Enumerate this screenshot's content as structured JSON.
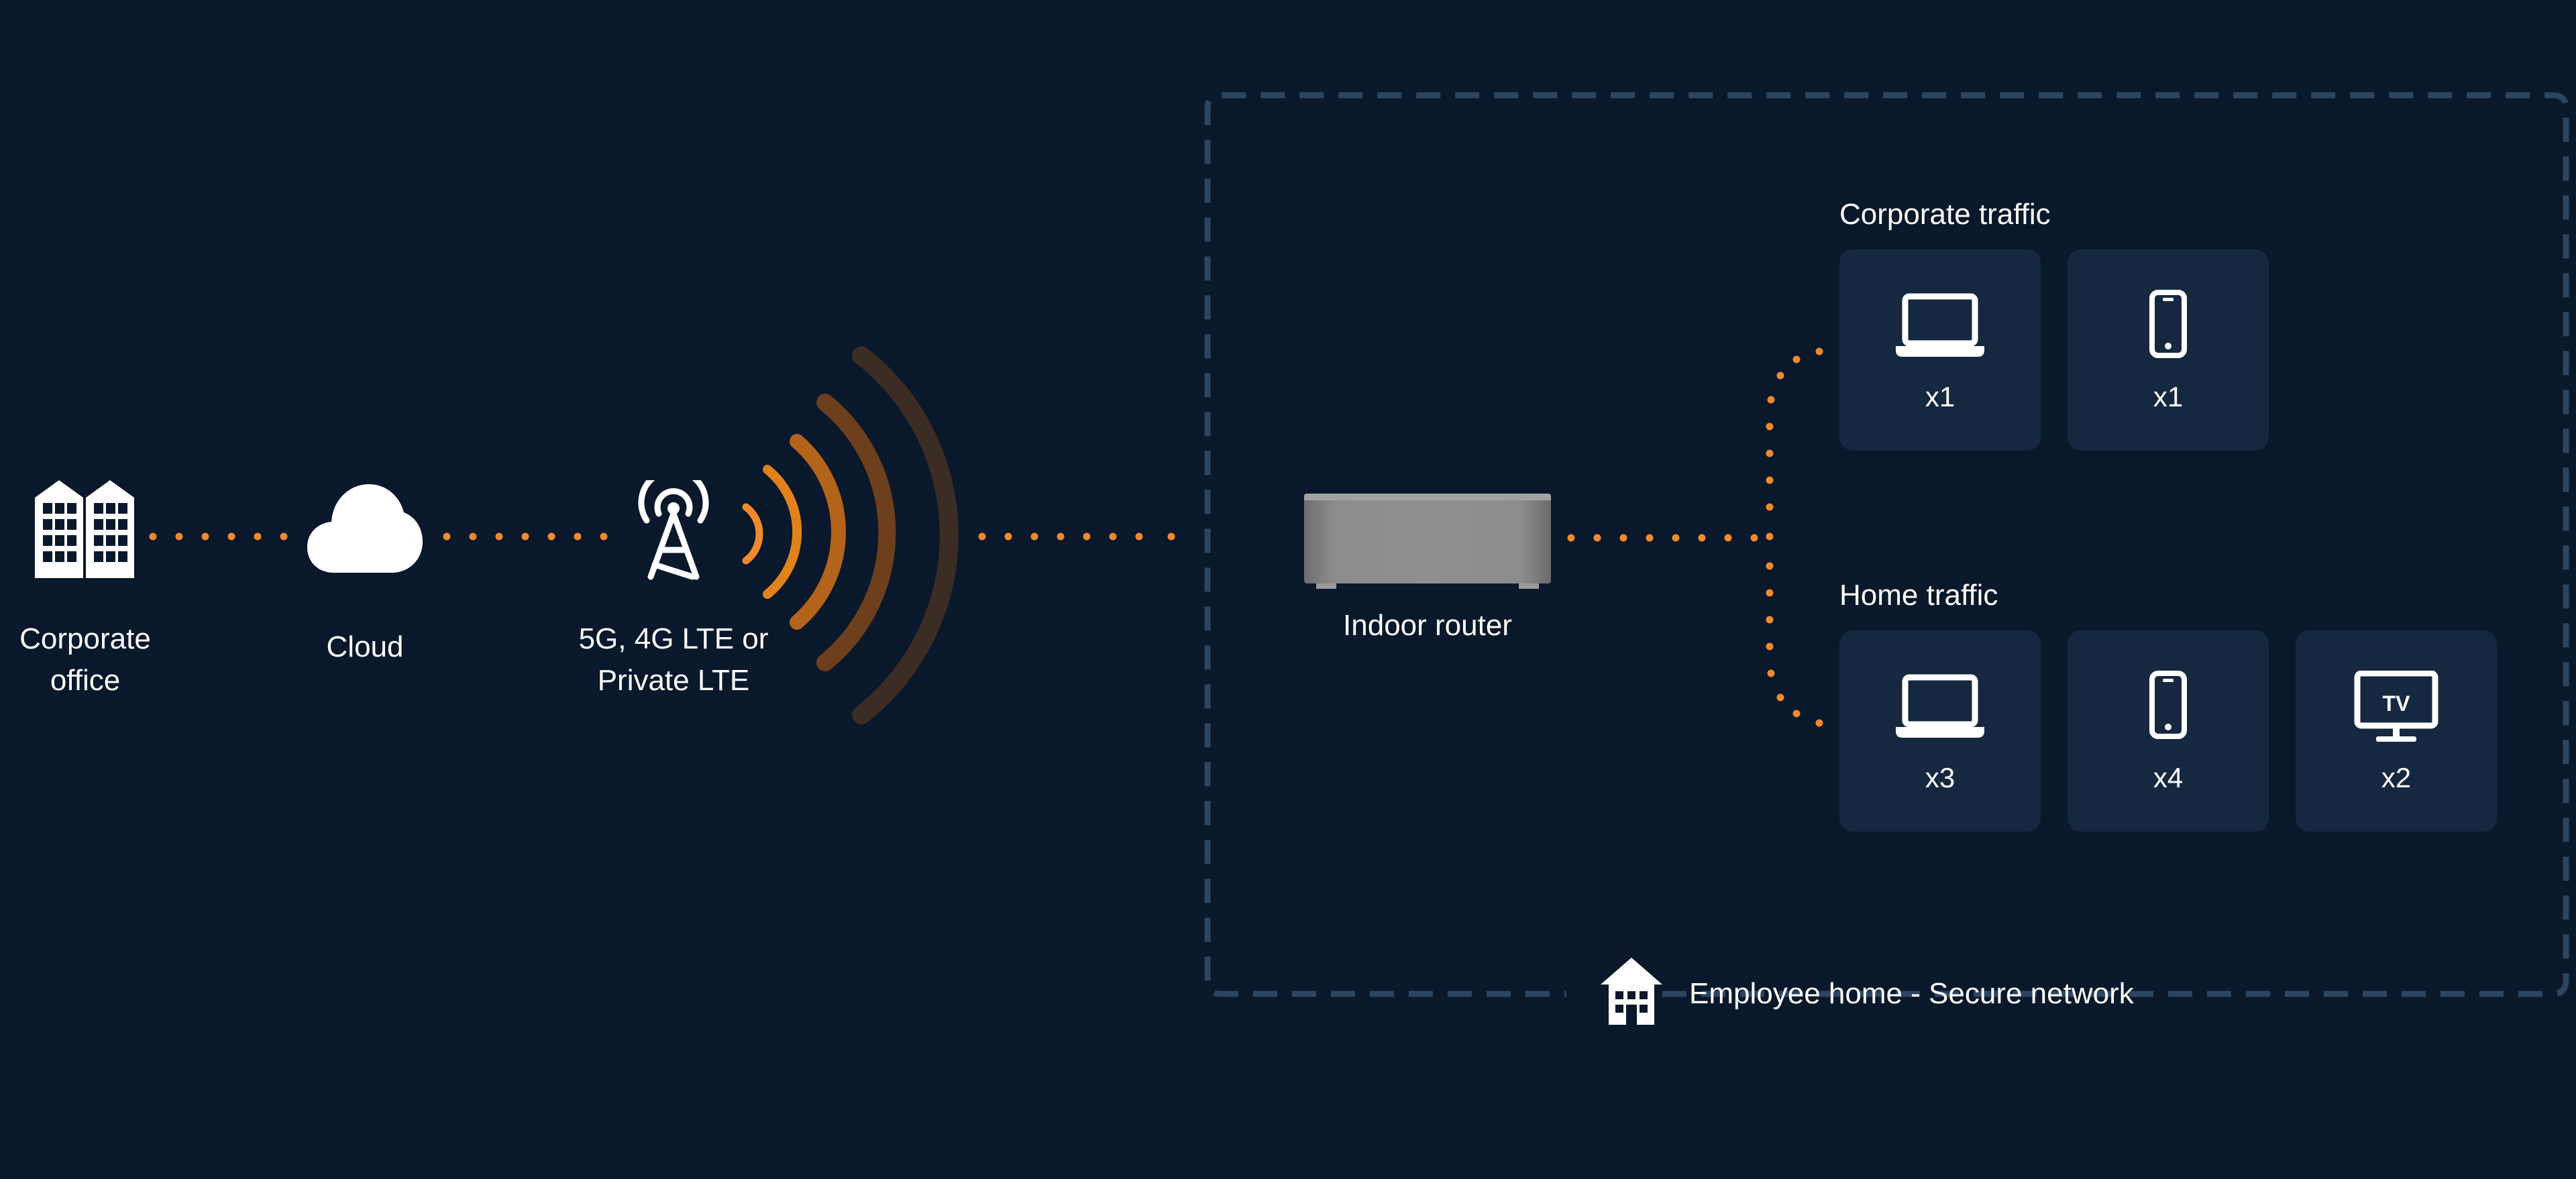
{
  "nodes": {
    "corporate_office": "Corporate\noffice",
    "cloud": "Cloud",
    "cell": "5G, 4G LTE or\nPrivate LTE",
    "router": "Indoor router"
  },
  "home": {
    "caption": "Employee home - Secure network"
  },
  "corporate_traffic": {
    "title": "Corporate traffic",
    "devices": [
      {
        "icon": "laptop-icon",
        "count": "x1"
      },
      {
        "icon": "phone-icon",
        "count": "x1"
      }
    ]
  },
  "home_traffic": {
    "title": "Home traffic",
    "devices": [
      {
        "icon": "laptop-icon",
        "count": "x3"
      },
      {
        "icon": "phone-icon",
        "count": "x4"
      },
      {
        "icon": "tv-icon",
        "count": "x2",
        "icon_text": "TV"
      }
    ]
  },
  "colors": {
    "background": "#0a182b",
    "accent": "#f08a2e",
    "card": "#162840",
    "boundary": "#2e4560"
  }
}
